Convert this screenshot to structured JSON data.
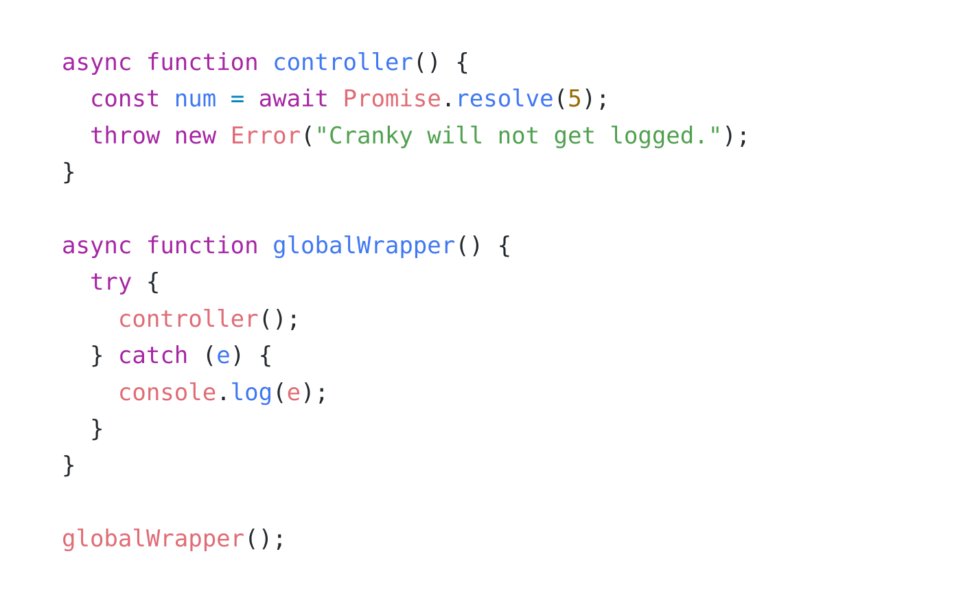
{
  "colors": {
    "background": "#ffffff",
    "keyword": "#a626a4",
    "function_name": "#4078f2",
    "class_name": "#e45649",
    "call": "#e06c75",
    "string": "#50a14f",
    "number": "#986801",
    "operator": "#0184bc",
    "punctuation": "#24292e"
  },
  "code": {
    "lines": [
      [
        {
          "t": "async",
          "k": "kw"
        },
        {
          "t": " ",
          "k": "ws"
        },
        {
          "t": "function",
          "k": "kw"
        },
        {
          "t": " ",
          "k": "ws"
        },
        {
          "t": "controller",
          "k": "fn"
        },
        {
          "t": "() {",
          "k": "punc"
        }
      ],
      [
        {
          "t": "  ",
          "k": "ws"
        },
        {
          "t": "const",
          "k": "kw"
        },
        {
          "t": " ",
          "k": "ws"
        },
        {
          "t": "num",
          "k": "var"
        },
        {
          "t": " ",
          "k": "ws"
        },
        {
          "t": "=",
          "k": "op"
        },
        {
          "t": " ",
          "k": "ws"
        },
        {
          "t": "await",
          "k": "kw"
        },
        {
          "t": " ",
          "k": "ws"
        },
        {
          "t": "Promise",
          "k": "call"
        },
        {
          "t": ".",
          "k": "punc"
        },
        {
          "t": "resolve",
          "k": "fn"
        },
        {
          "t": "(",
          "k": "punc"
        },
        {
          "t": "5",
          "k": "num"
        },
        {
          "t": ");",
          "k": "punc"
        }
      ],
      [
        {
          "t": "  ",
          "k": "ws"
        },
        {
          "t": "throw",
          "k": "kw"
        },
        {
          "t": " ",
          "k": "ws"
        },
        {
          "t": "new",
          "k": "kw"
        },
        {
          "t": " ",
          "k": "ws"
        },
        {
          "t": "Error",
          "k": "call"
        },
        {
          "t": "(",
          "k": "punc"
        },
        {
          "t": "\"Cranky will not get logged.\"",
          "k": "str"
        },
        {
          "t": ");",
          "k": "punc"
        }
      ],
      [
        {
          "t": "}",
          "k": "punc"
        }
      ],
      [],
      [
        {
          "t": "async",
          "k": "kw"
        },
        {
          "t": " ",
          "k": "ws"
        },
        {
          "t": "function",
          "k": "kw"
        },
        {
          "t": " ",
          "k": "ws"
        },
        {
          "t": "globalWrapper",
          "k": "fn"
        },
        {
          "t": "() {",
          "k": "punc"
        }
      ],
      [
        {
          "t": "  ",
          "k": "ws"
        },
        {
          "t": "try",
          "k": "kw"
        },
        {
          "t": " {",
          "k": "punc"
        }
      ],
      [
        {
          "t": "    ",
          "k": "ws"
        },
        {
          "t": "controller",
          "k": "call"
        },
        {
          "t": "();",
          "k": "punc"
        }
      ],
      [
        {
          "t": "  ",
          "k": "ws"
        },
        {
          "t": "} ",
          "k": "punc"
        },
        {
          "t": "catch",
          "k": "kw"
        },
        {
          "t": " (",
          "k": "punc"
        },
        {
          "t": "e",
          "k": "var"
        },
        {
          "t": ") {",
          "k": "punc"
        }
      ],
      [
        {
          "t": "    ",
          "k": "ws"
        },
        {
          "t": "console",
          "k": "call"
        },
        {
          "t": ".",
          "k": "punc"
        },
        {
          "t": "log",
          "k": "fn"
        },
        {
          "t": "(",
          "k": "punc"
        },
        {
          "t": "e",
          "k": "call"
        },
        {
          "t": ");",
          "k": "punc"
        }
      ],
      [
        {
          "t": "  ",
          "k": "ws"
        },
        {
          "t": "}",
          "k": "punc"
        }
      ],
      [
        {
          "t": "}",
          "k": "punc"
        }
      ],
      [],
      [
        {
          "t": "globalWrapper",
          "k": "call"
        },
        {
          "t": "();",
          "k": "punc"
        }
      ]
    ]
  }
}
